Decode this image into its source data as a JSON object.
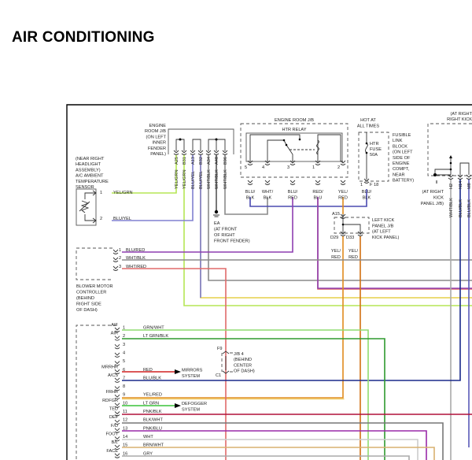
{
  "page": {
    "title": "AIR CONDITIONING"
  },
  "components": {
    "engine_room_jb_left": {
      "label": [
        "ENGINE",
        "ROOM J/B",
        "(ON LEFT",
        "INNER",
        "FENDER",
        "PANEL)"
      ],
      "pins": [
        "A25",
        "B31",
        "A13",
        "B32",
        "A34",
        "A48",
        "B96"
      ],
      "wire_colors": [
        "YEL/GRN",
        "YEL/GRN",
        "BLU/YEL",
        "BLU/YEL",
        "WHT/BLK",
        "WHT/BLK",
        "WHT/BLK"
      ]
    },
    "ambient_sensor": {
      "label": [
        "(NEAR RIGHT",
        "HEADLIGHT",
        "ASSEMBLY)",
        "A/C AMBIENT",
        "TEMPERATURE",
        "SENSOR"
      ],
      "pins": [
        {
          "num": "1",
          "wire": "YEL/GRN"
        },
        {
          "num": "2",
          "wire": "BLU/YEL"
        }
      ]
    },
    "ground_ea": {
      "label": [
        "EA",
        "(AT FRONT",
        "OF RIGHT",
        "FRONT FENDER)"
      ]
    },
    "engine_room_jb_relay": {
      "label": "ENGINE ROOM J/B",
      "relay_label": "HTR RELAY",
      "pins": [
        {
          "num": "5",
          "wire": [
            "BLU/",
            "BLK"
          ]
        },
        {
          "num": "4",
          "wire": [
            "WHT/",
            "BLK"
          ]
        },
        {
          "num": "3",
          "wire": [
            "BLU/",
            "RED"
          ]
        },
        {
          "num": "1",
          "wire": [
            "RED/",
            "BLU"
          ]
        },
        {
          "num": "2",
          "wire": [
            "YEL/",
            "RED"
          ]
        }
      ]
    },
    "hot_at_all_times": {
      "label": [
        "HOT AT",
        "ALL TIMES"
      ],
      "fuse_label": [
        "HTR",
        "FUSE",
        "50A"
      ],
      "block_label": [
        "FUSIBLE",
        "LINK",
        "BLOCK",
        "(ON LEFT",
        "SIDE OF",
        "ENGINE",
        "COMPT,",
        "NEAR",
        "BATTERY)"
      ],
      "pin_left": "1",
      "pin_right": "F 18",
      "wire": [
        "BLU/",
        "BLK"
      ]
    },
    "left_kick_panel_jb": {
      "top_pin": "A15",
      "bottom_pins": [
        "D29",
        "D33"
      ],
      "label": [
        "LEFT KICK",
        "PANEL J/B",
        "(AT LEFT",
        "KICK PANEL)"
      ],
      "wires": [
        [
          "YEL/",
          "RED"
        ],
        [
          "YEL/",
          "RED"
        ]
      ]
    },
    "right_kick_panel_jb": {
      "header": [
        "(AT RIGHT",
        "RIGHT KICK"
      ],
      "label": [
        "(AT RIGHT",
        "KICK",
        "PANEL J/B)"
      ],
      "ground_label": "II",
      "pins": [
        "H2",
        "N14",
        "M8"
      ],
      "wire_colors": [
        "WHT/BLK",
        "BLU/BLK",
        "BLU/BLK"
      ]
    },
    "blower_motor_controller": {
      "label": [
        "BLOWER MOTOR",
        "CONTROLLER",
        "(BEHIND",
        "RIGHT SIDE",
        "OF DASH)"
      ],
      "pins": [
        {
          "num": "1",
          "wire": "BLU/RED"
        },
        {
          "num": "2",
          "wire": "WHT/BLK"
        },
        {
          "num": "3",
          "wire": "WHT/RED"
        }
      ]
    },
    "jb4": {
      "top_pin": "F9",
      "bottom_pin": "C1",
      "label": [
        "J/B 4",
        "(BEHIND",
        "CENTER",
        "OF DASH)"
      ]
    },
    "main_connector": {
      "pins": [
        {
          "num": "1",
          "signal": "AIF",
          "wire": "GRN/WHT"
        },
        {
          "num": "2",
          "signal": "AIR",
          "wire": "LT GRN/BLK"
        },
        {
          "num": "3",
          "signal": "",
          "wire": ""
        },
        {
          "num": "4",
          "signal": "",
          "wire": ""
        },
        {
          "num": "5",
          "signal": "",
          "wire": ""
        },
        {
          "num": "6",
          "signal": "MRRHR",
          "wire": "RED"
        },
        {
          "num": "7",
          "signal": "A/CS",
          "wire": "BLU/BLK"
        },
        {
          "num": "8",
          "signal": "",
          "wire": ""
        },
        {
          "num": "9",
          "signal": "FRHR",
          "wire": "YEL/RED"
        },
        {
          "num": "10",
          "signal": "RDFGR",
          "wire": "LT GRN"
        },
        {
          "num": "11",
          "signal": "TED",
          "wire": "PNK/BLK"
        },
        {
          "num": "12",
          "signal": "DEF",
          "wire": "BLK/WHT"
        },
        {
          "num": "13",
          "signal": "F/D",
          "wire": "PNK/BLU"
        },
        {
          "num": "14",
          "signal": "FOOT",
          "wire": "WHT"
        },
        {
          "num": "15",
          "signal": "B/L",
          "wire": "BRN/WHT"
        },
        {
          "num": "16",
          "signal": "FACE",
          "wire": "GRY"
        }
      ],
      "arrow_targets": [
        {
          "pin": "6",
          "label": [
            "MIRRORS",
            "SYSTEM"
          ]
        },
        {
          "pin": "10",
          "label": [
            "DEFOGGER",
            "SYSTEM"
          ]
        }
      ]
    }
  },
  "wire_palette": {
    "YEL/GRN": "#b5e655",
    "BLU/YEL": "#7a7ad0",
    "WHT/BLK": "#8a8a8a",
    "BLU/BLK": "#5a5ab8",
    "BLU/RED": "#8e3fb0",
    "RED/BLU": "#b0306a",
    "YEL/RED": "#e08a1e",
    "WHT/RED": "#e06a6a",
    "GRN/WHT": "#8fdc70",
    "LT GRN/BLK": "#2e9a2e",
    "RED": "#d02020",
    "BLU": "#1a2a8a",
    "LT GRN": "#3ac43a",
    "PNK/BLK": "#b0103a",
    "BLK/WHT": "#777777",
    "PNK/BLU": "#9a2aa8",
    "WHT": "#c8c8c8",
    "BRN/WHT": "#d8b070",
    "GRY": "#aaaaaa",
    "BLACK": "#000000"
  }
}
